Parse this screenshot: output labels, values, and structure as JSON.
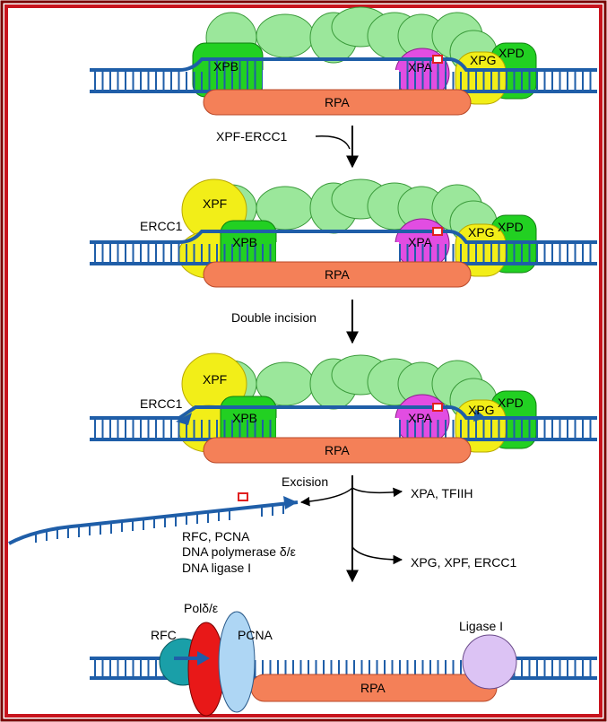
{
  "proteins": {
    "xpb": "XPB",
    "xpa": "XPA",
    "xpg": "XPG",
    "xpd": "XPD",
    "xpf": "XPF",
    "ercc1": "ERCC1",
    "rpa": "RPA",
    "rfc": "RFC",
    "pol": "Polδ/ε",
    "pcna": "PCNA",
    "ligase": "Ligase I"
  },
  "steps": {
    "step1": "XPF-ERCC1",
    "step2": "Double incision",
    "excision": "Excision",
    "release1": "XPA, TFIIH",
    "release2": "XPG, XPF, ERCC1",
    "factors": [
      "RFC, PCNA",
      "DNA polymerase δ/ε",
      "DNA ligase I"
    ]
  },
  "colors": {
    "border": "#c8141e",
    "dna": "#1f5ea8",
    "tfiih": "#9be79b",
    "xpb": "#22d022",
    "xpa": "#e24de2",
    "xpg": "#f2ee18",
    "rpa": "#f48058",
    "rfc": "#1a9fa8",
    "pol": "#e81818",
    "pcna": "#aed6f4",
    "ligase": "#dcc3f4"
  }
}
